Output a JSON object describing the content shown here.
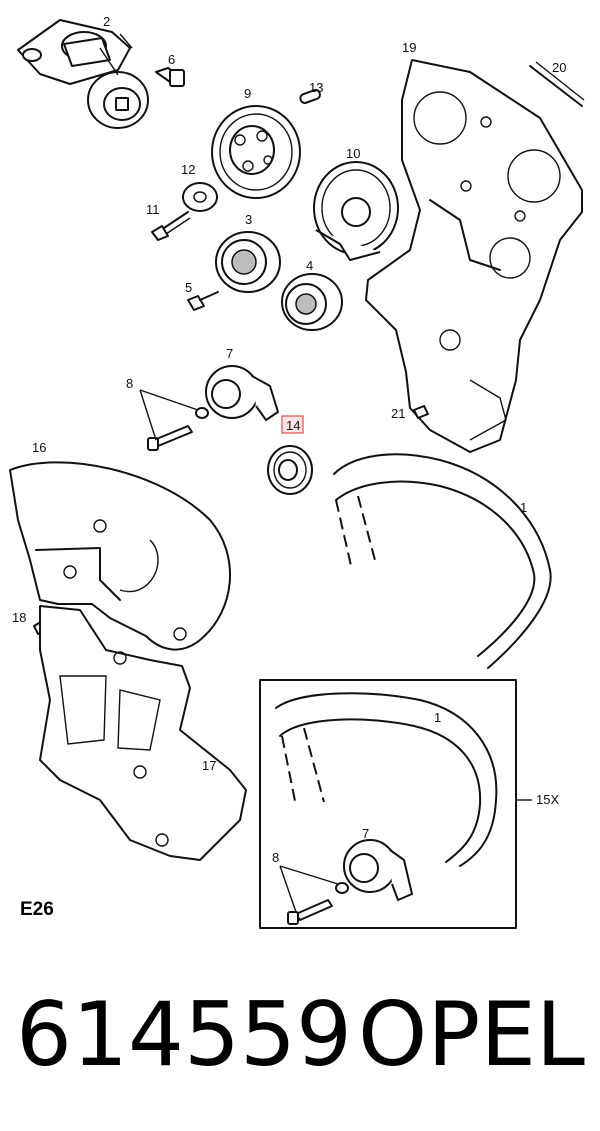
{
  "diagram": {
    "code_label": "E26",
    "highlighted_label": "14",
    "labels": [
      {
        "id": "p2",
        "text": "2"
      },
      {
        "id": "p6",
        "text": "6"
      },
      {
        "id": "p9",
        "text": "9"
      },
      {
        "id": "p13",
        "text": "13"
      },
      {
        "id": "p19",
        "text": "19"
      },
      {
        "id": "p20",
        "text": "20"
      },
      {
        "id": "p12",
        "text": "12"
      },
      {
        "id": "p10",
        "text": "10"
      },
      {
        "id": "p11",
        "text": "11"
      },
      {
        "id": "p3",
        "text": "3"
      },
      {
        "id": "p4",
        "text": "4"
      },
      {
        "id": "p5",
        "text": "5"
      },
      {
        "id": "p7a",
        "text": "7"
      },
      {
        "id": "p8a",
        "text": "8"
      },
      {
        "id": "p21",
        "text": "21"
      },
      {
        "id": "p14",
        "text": "14"
      },
      {
        "id": "p16",
        "text": "16"
      },
      {
        "id": "p1a",
        "text": "1"
      },
      {
        "id": "p18",
        "text": "18"
      },
      {
        "id": "p17",
        "text": "17"
      },
      {
        "id": "p1b",
        "text": "1"
      },
      {
        "id": "p15x",
        "text": "15X"
      },
      {
        "id": "p7b",
        "text": "7"
      },
      {
        "id": "p8b",
        "text": "8"
      }
    ]
  },
  "footer": {
    "part_number": "614559",
    "brand": "OPEL"
  }
}
